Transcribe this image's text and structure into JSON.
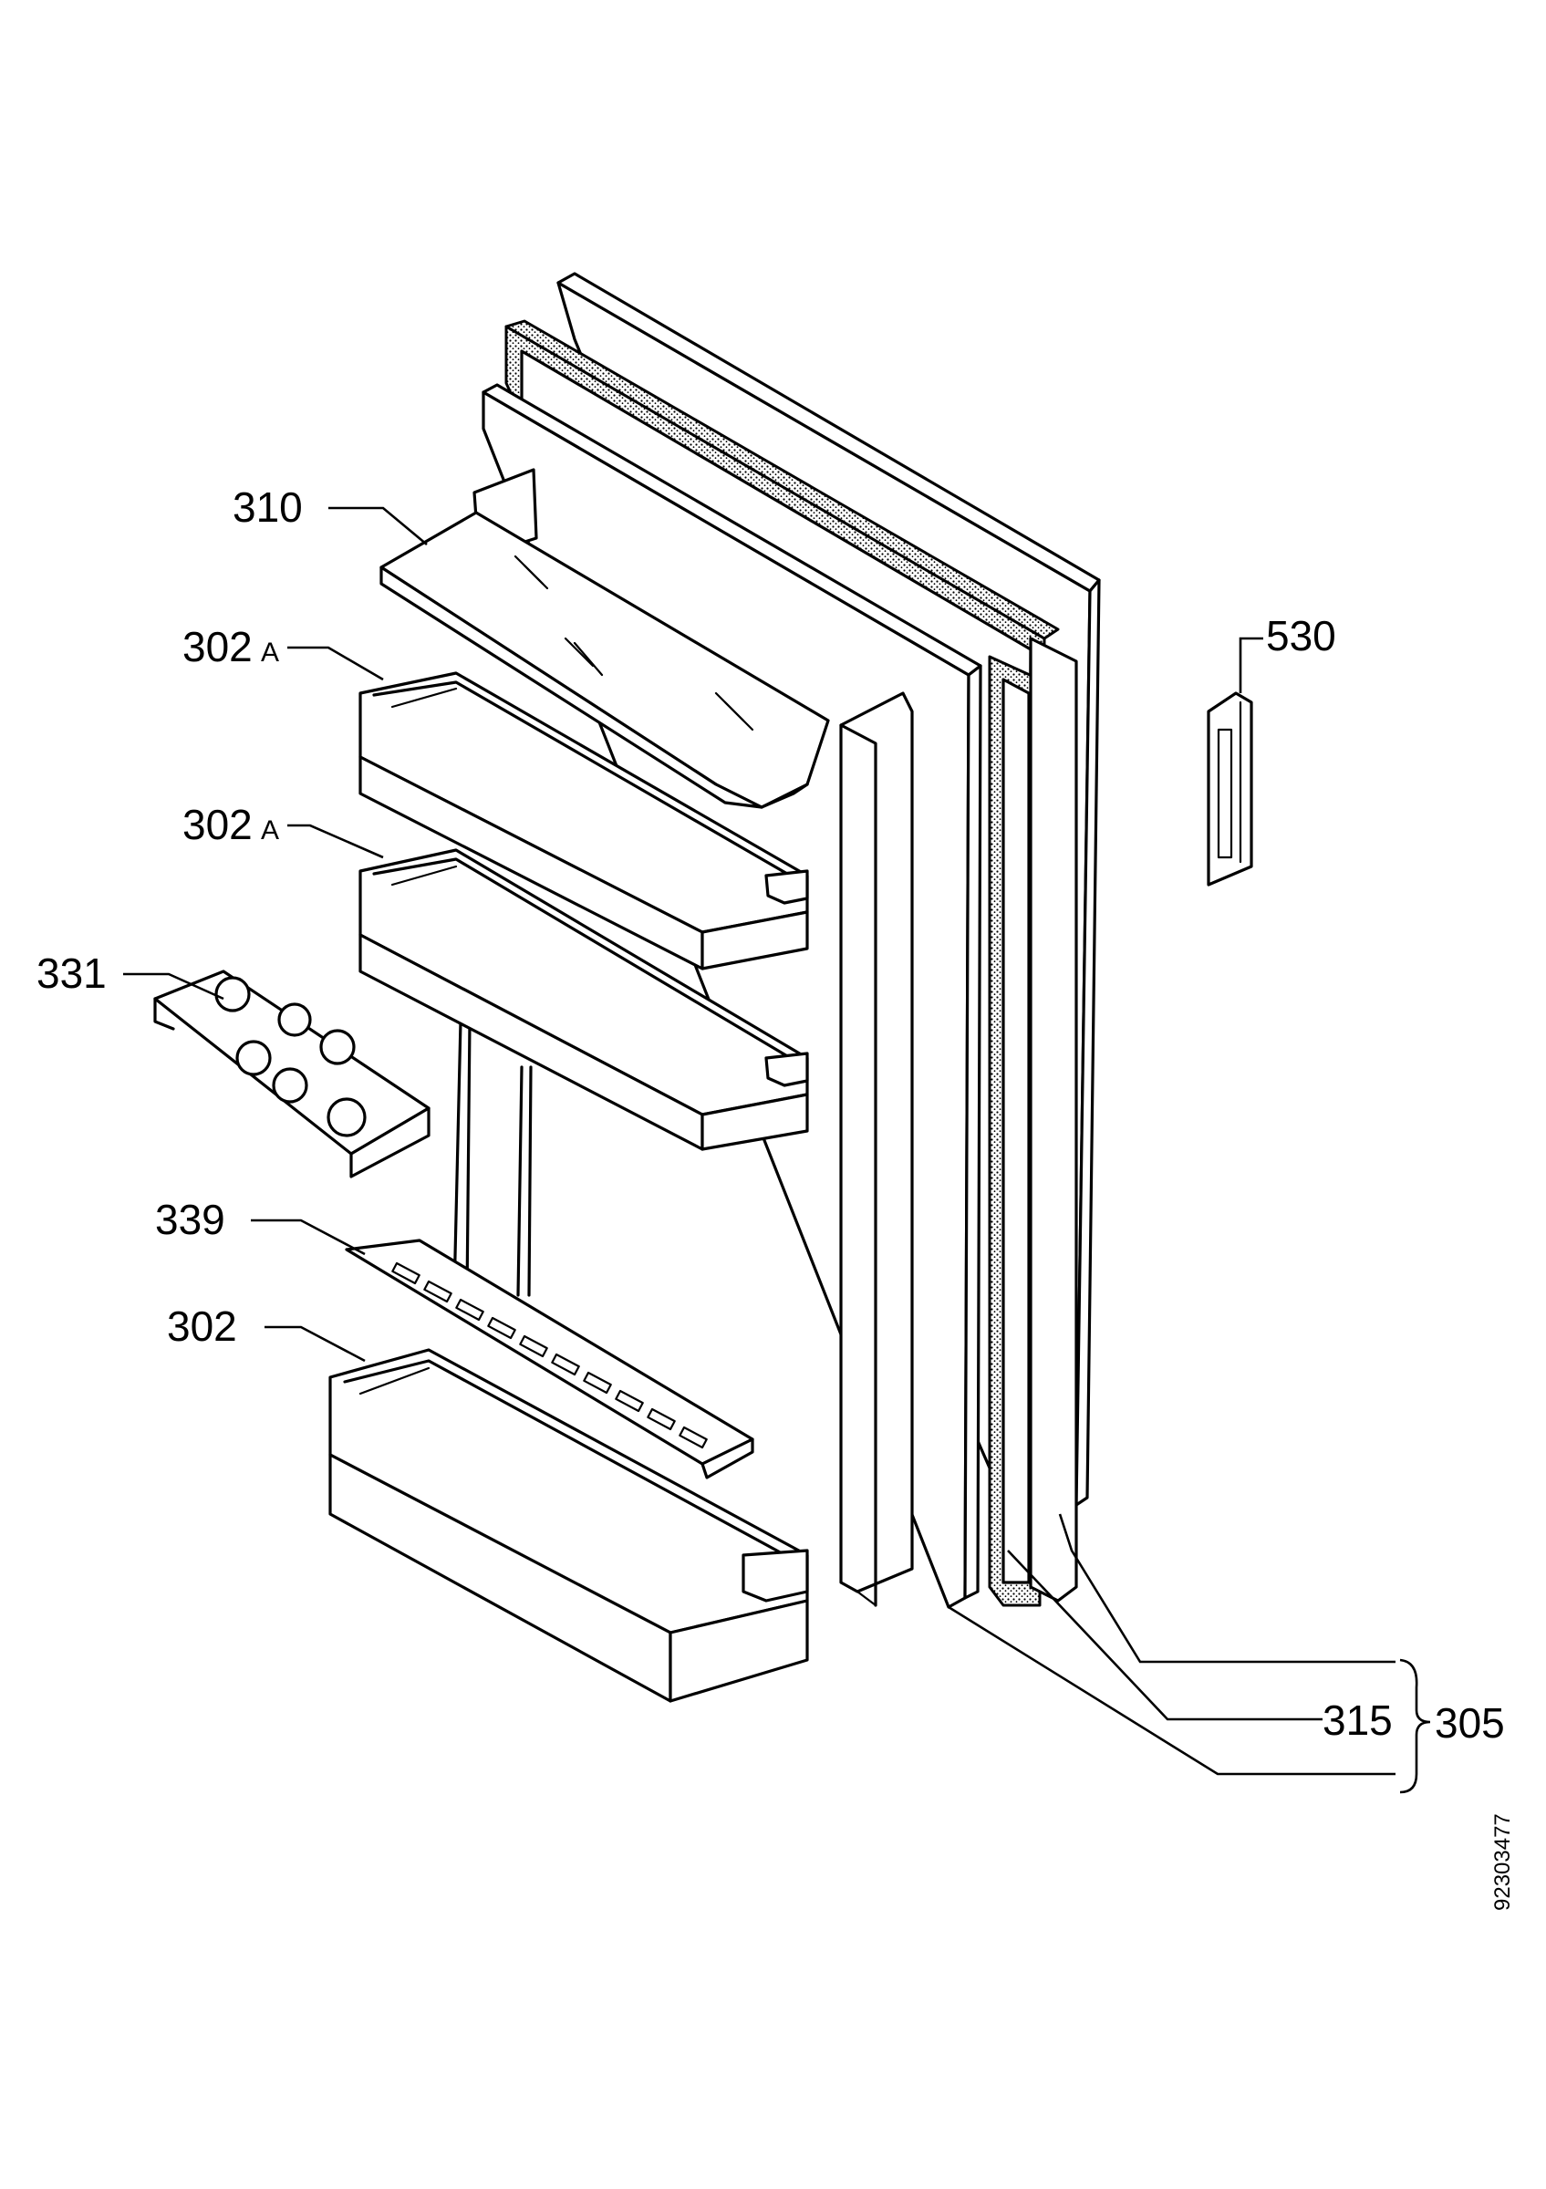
{
  "labels": {
    "p310": "310",
    "p302a_upper": "302",
    "p302a_upper_suffix": "A",
    "p302a_lower": "302",
    "p302a_lower_suffix": "A",
    "p331": "331",
    "p339": "339",
    "p302": "302",
    "p530": "530",
    "p315": "315",
    "p305": "305"
  },
  "drawing_code": "92303477"
}
